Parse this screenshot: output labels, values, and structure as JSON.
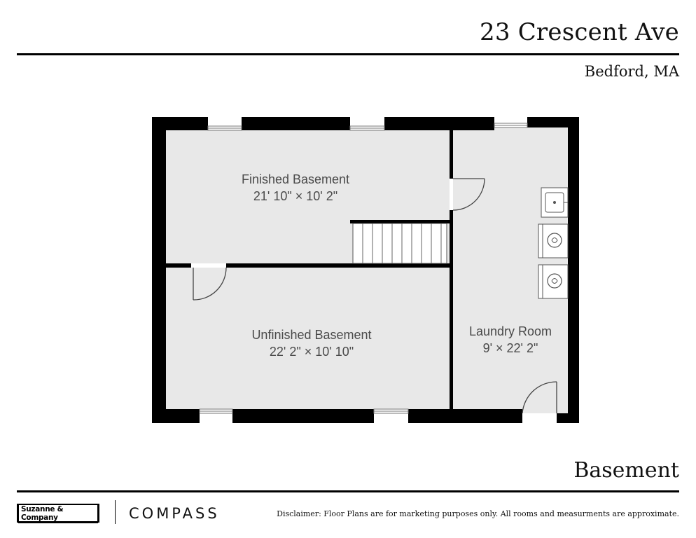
{
  "header": {
    "address": "23 Crescent Ave",
    "city": "Bedford, MA"
  },
  "floor_plan": {
    "level": "Basement",
    "rooms": [
      {
        "name": "Finished Basement",
        "dimensions": "21' 10\" × 10' 2\""
      },
      {
        "name": "Unfinished Basement",
        "dimensions": "22' 2\" × 10' 10\""
      },
      {
        "name": "Laundry Room",
        "dimensions": "9' × 22' 2\""
      }
    ],
    "fixtures": [
      "sink-icon",
      "washer-icon",
      "dryer-icon",
      "stairs"
    ]
  },
  "footer": {
    "brand": "Suzanne & Company",
    "partner": "COMPASS",
    "disclaimer": "Disclaimer: Floor Plans are for marketing purposes only. All rooms and measurments are approximate."
  },
  "colors": {
    "wall": "#000000",
    "floor": "#e8e8e8",
    "label": "#4a4a4a"
  }
}
